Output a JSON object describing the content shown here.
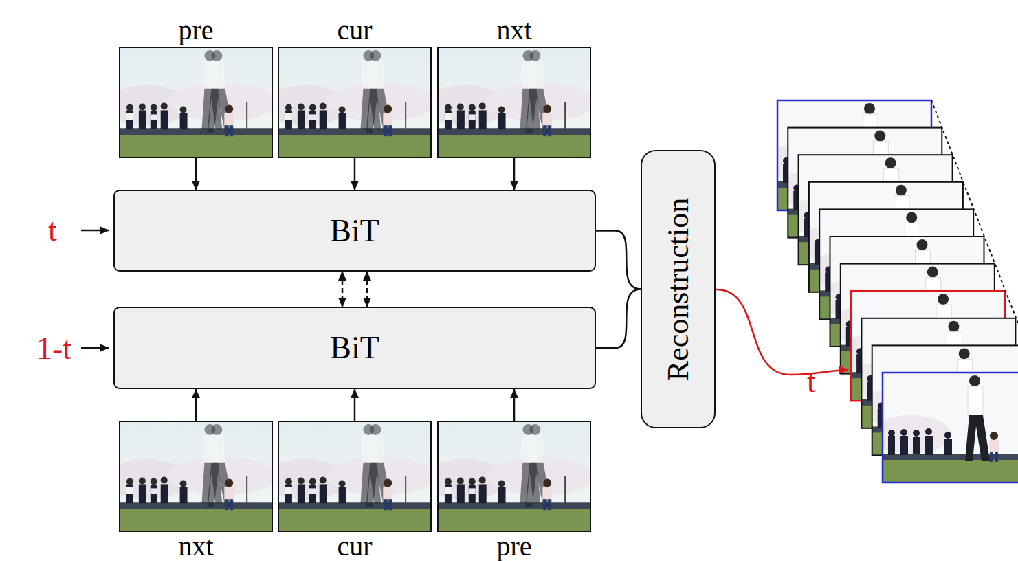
{
  "diagram": {
    "nodes": [
      {
        "text": [
          "pre"
        ]
      },
      {
        "text": [
          "cur"
        ]
      },
      {
        "text": [
          "nxt"
        ]
      },
      {
        "text": [
          "BiT"
        ]
      },
      {
        "text": [
          "BiT"
        ]
      },
      {
        "text": [
          "nxt"
        ]
      },
      {
        "text": [
          "cur"
        ]
      },
      {
        "text": [
          "pre"
        ]
      },
      {
        "text": [
          "Reconstruction"
        ]
      }
    ],
    "edges": [
      {
        "from": 0,
        "to": 3,
        "arrow": "to"
      },
      {
        "from": 1,
        "to": 3,
        "arrow": "to"
      },
      {
        "from": 2,
        "to": 3,
        "arrow": "to"
      },
      {
        "from": 5,
        "to": 4,
        "arrow": "to"
      },
      {
        "from": 6,
        "to": 4,
        "arrow": "to"
      },
      {
        "from": 7,
        "to": 4,
        "arrow": "to"
      },
      {
        "from": 3,
        "to": 4,
        "arrow": "both"
      },
      {
        "from": 3,
        "to": 4,
        "arrow": "both"
      },
      {
        "from": 3,
        "to": 8,
        "arrow": "none"
      },
      {
        "from": 4,
        "to": 8,
        "arrow": "none"
      }
    ],
    "labels": [
      "t",
      "1-t",
      "t"
    ]
  }
}
